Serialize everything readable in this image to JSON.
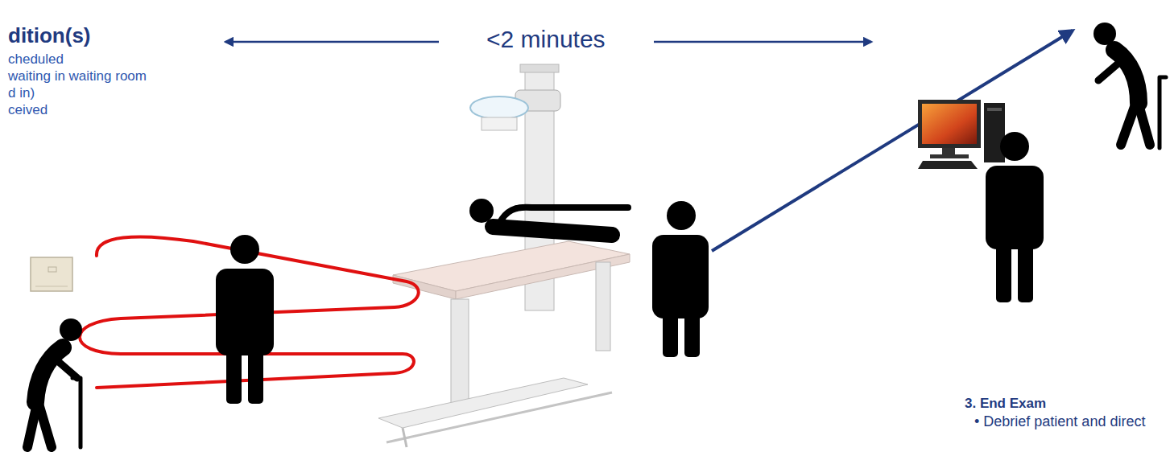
{
  "diagram": {
    "labels": [
      "dition(s)",
      "cheduled",
      "waiting in waiting room",
      "d in)",
      "ceived",
      "<2 minutes",
      "3. End Exam",
      "• Debrief patient and direct"
    ]
  }
}
